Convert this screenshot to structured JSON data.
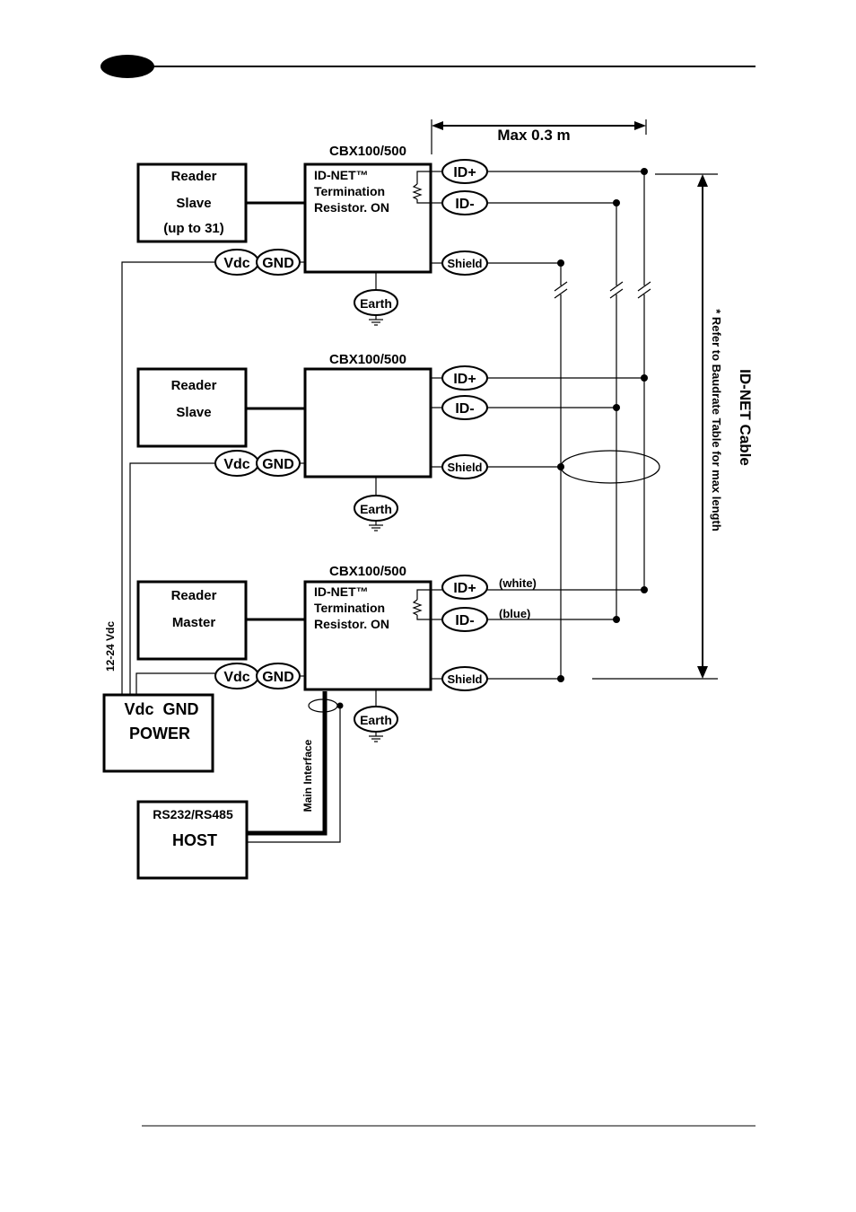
{
  "units": {
    "top": {
      "cbx_label": "CBX100/500",
      "reader_lines": [
        "Reader",
        "Slave",
        "(up to 31)"
      ],
      "cbx_lines": [
        "ID-NET™",
        "Termination",
        "Resistor. ON"
      ]
    },
    "middle": {
      "cbx_label": "CBX100/500",
      "reader_lines": [
        "Reader",
        "Slave"
      ]
    },
    "bottom": {
      "cbx_label": "CBX100/500",
      "reader_lines": [
        "Reader",
        "Master"
      ],
      "cbx_lines": [
        "ID-NET™",
        "Termination",
        "Resistor. ON"
      ]
    }
  },
  "terminals": {
    "id_plus": "ID+",
    "id_minus": "ID-",
    "shield": "Shield",
    "vdc": "Vdc",
    "gnd": "GND",
    "earth": "Earth"
  },
  "wire_colors": {
    "white": "(white)",
    "blue": "(blue)"
  },
  "dimension": {
    "max_label": "Max 0.3 m"
  },
  "cable": {
    "title": "ID-NET Cable",
    "note": "* Refer to Baudrate Table for max length"
  },
  "power": {
    "line1": "Vdc  GND",
    "line2": "POWER",
    "voltage": "12-24 Vdc"
  },
  "host": {
    "line1": "RS232/RS485",
    "line2": "HOST",
    "interface": "Main Interface"
  }
}
